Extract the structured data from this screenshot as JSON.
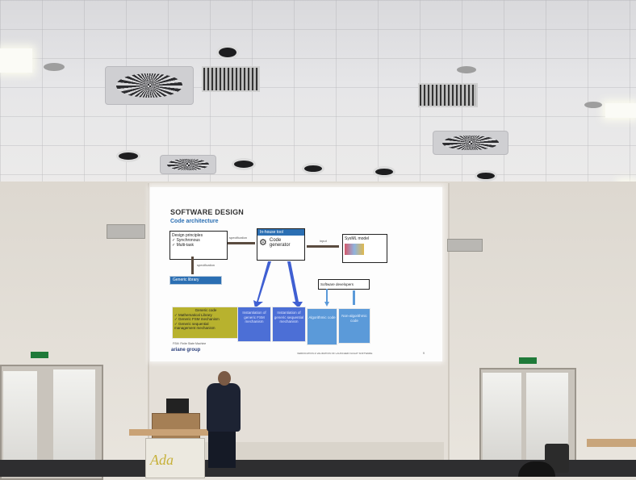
{
  "slide": {
    "title": "SOFTWARE DESIGN",
    "subtitle": "Code architecture",
    "design_principles": [
      "Design principles",
      "✓ Synchronous",
      "✓ Multi-task"
    ],
    "inhouse_tool": "In-house tool",
    "code_generator": "Code generator",
    "sysml_model": "SysML model",
    "software_developers": "Software developers",
    "generic_library": "Generic library",
    "specification_1": "specification",
    "specification_2": "specification",
    "input": "input",
    "generic_code": [
      "Generic code",
      "✓ Mathematical Library",
      "✓ Generic FSM mechanism",
      "✓ Generic sequential",
      "management mechanism"
    ],
    "box_fsm": "Instantiation of generic FSM mechanism",
    "box_seq": "Instantiation of generic sequential mechanism",
    "box_algo": "Algorithmic code",
    "box_nonalgo": "Non-algorithmic code",
    "footnote": "FSM: Finite State Machine",
    "logo": "ariane group",
    "footer_right": "VERIFICATION & VALIDATION OF LAUNCHER FLIGHT SOFTWARE",
    "page_no": "9"
  },
  "banner": {
    "text": "Ada"
  }
}
